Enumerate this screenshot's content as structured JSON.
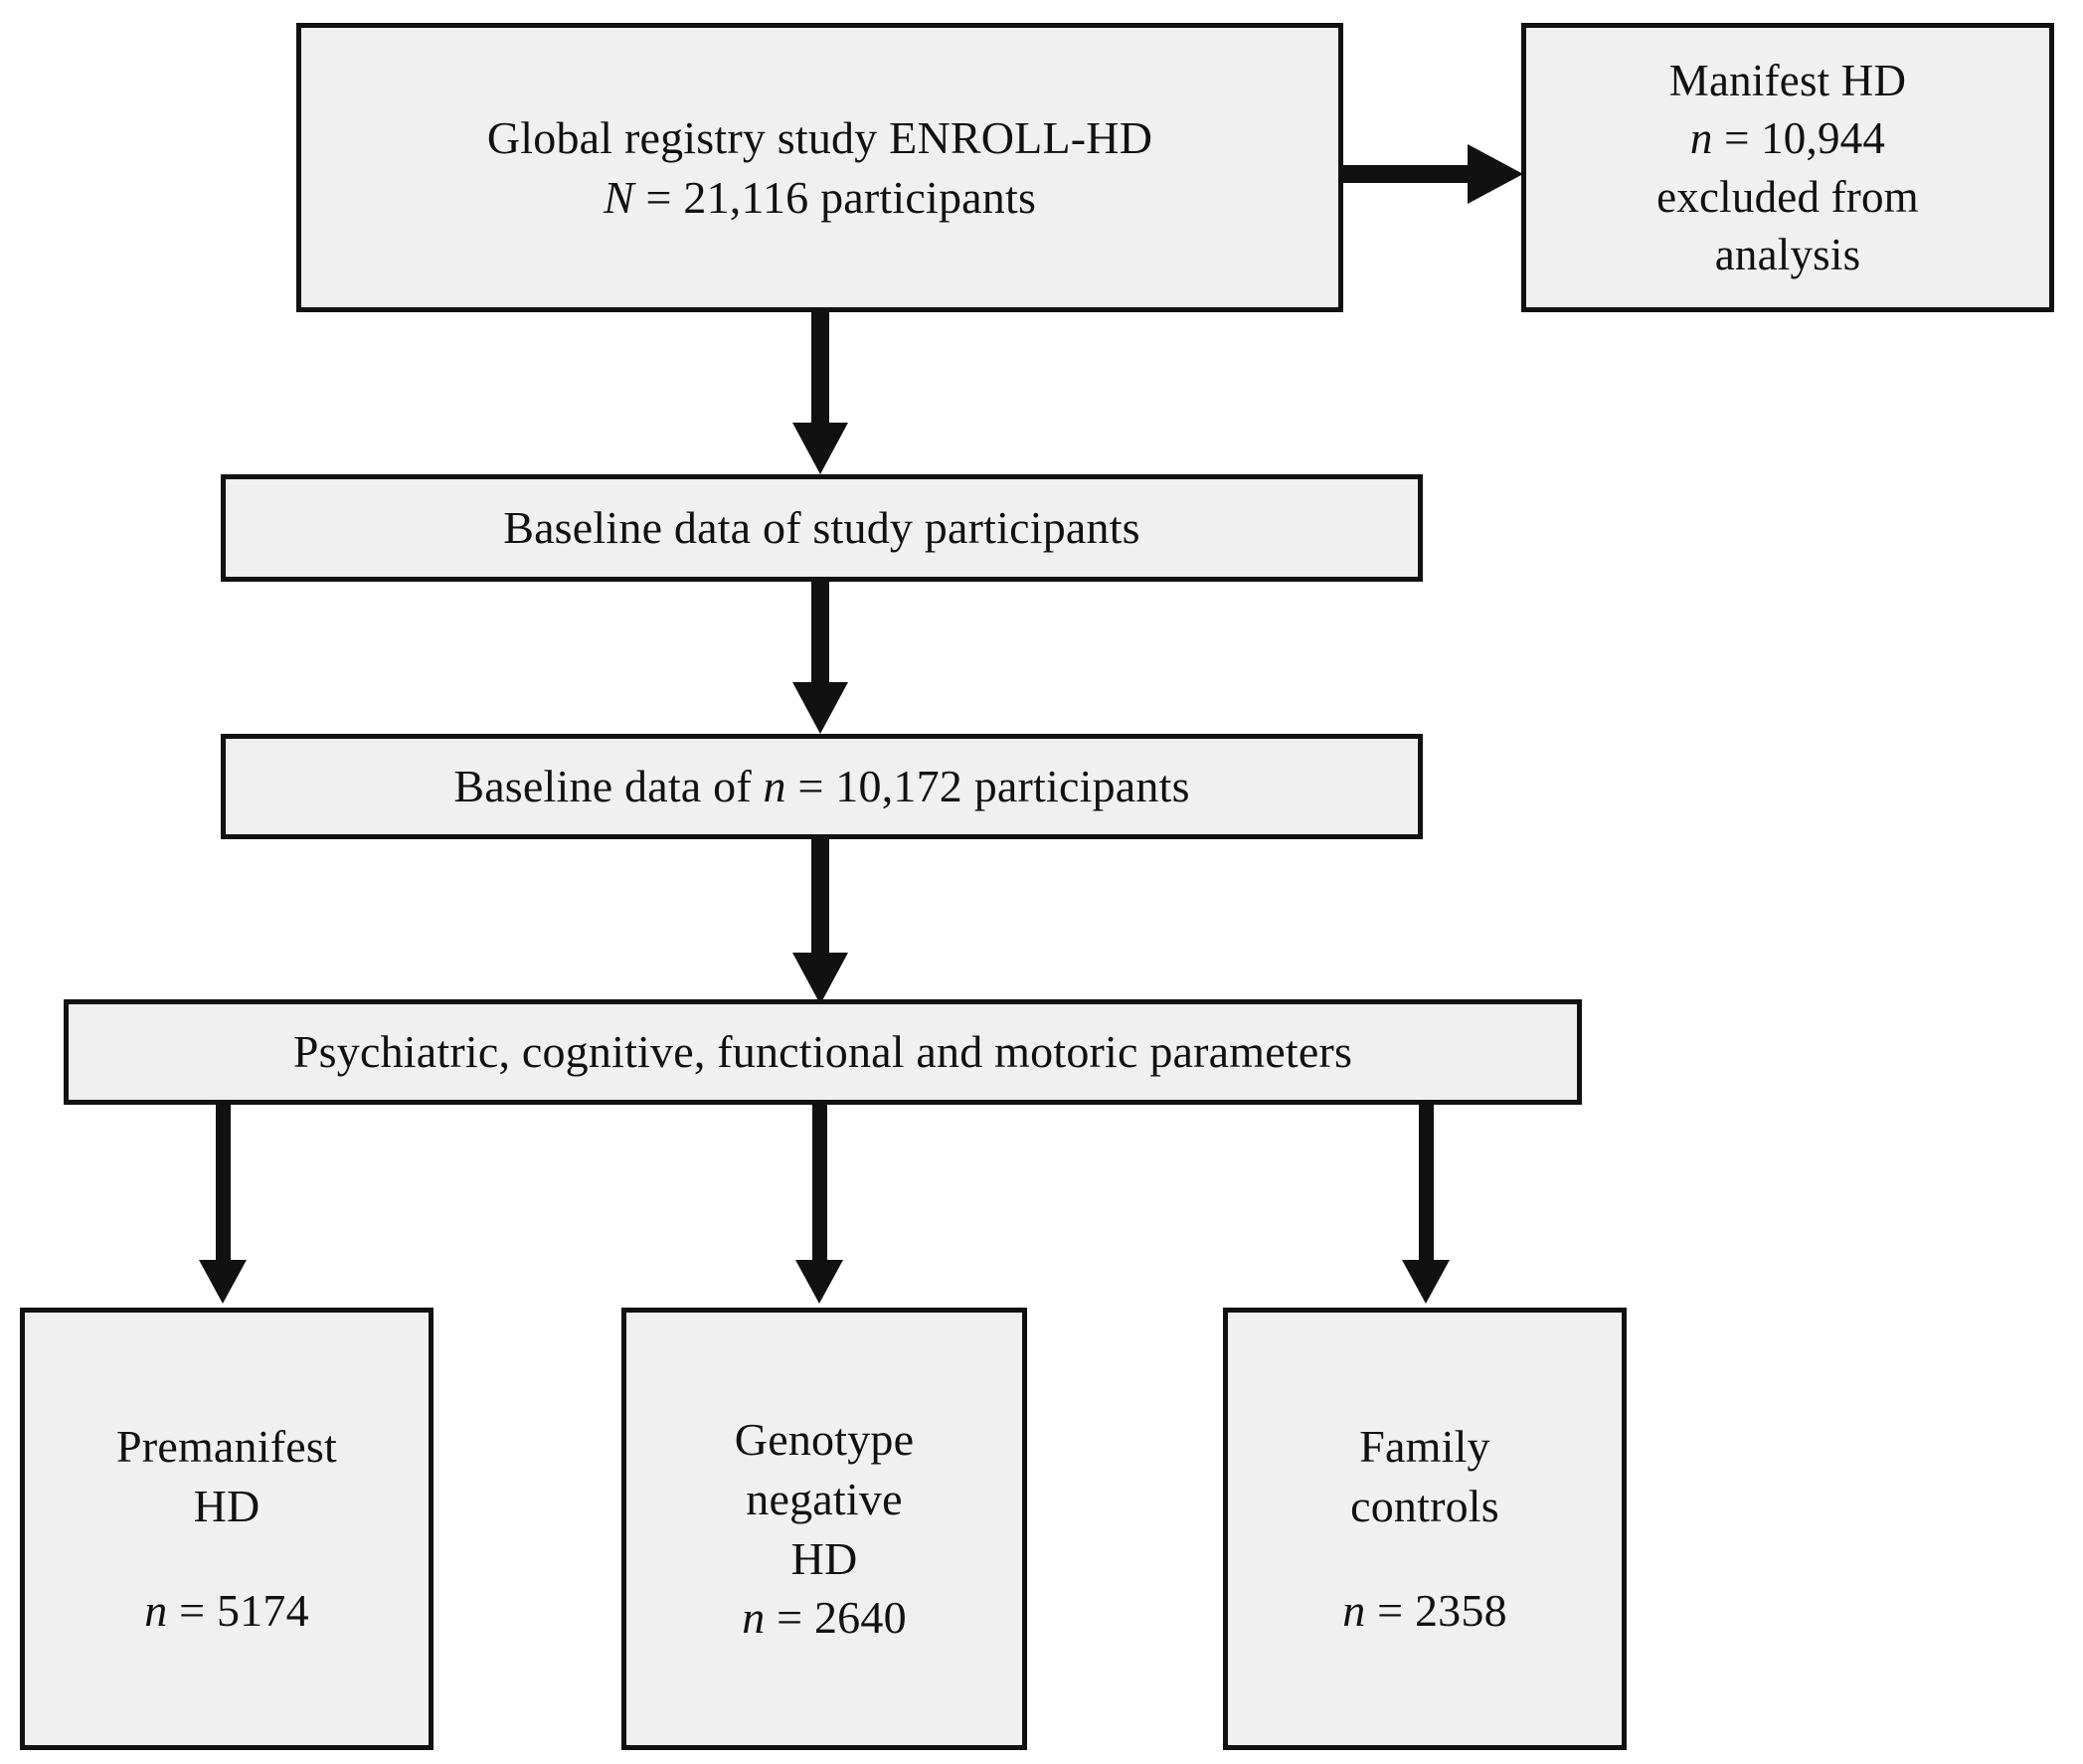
{
  "diagram": {
    "type": "flowchart",
    "title": "ENROLL-HD participant selection flow",
    "colors": {
      "node_fill": "#f0f0f0",
      "node_border": "#111111",
      "connector": "#111111",
      "background": "#ffffff",
      "text": "#111111"
    },
    "nodes": {
      "root": {
        "id": "global-registry-study",
        "line1": "Global registry study ENROLL-HD",
        "line2_var": "N",
        "line2_rest": " = 21,116 participants",
        "count_label": "N",
        "count_value": "21,116"
      },
      "excluded": {
        "id": "manifest-hd-excluded",
        "line1": "Manifest HD",
        "line2_var": "n",
        "line2_rest": " = 10,944",
        "line3": "excluded from",
        "line4": "analysis",
        "count_label": "n",
        "count_value": "10,944"
      },
      "baseline_all": {
        "id": "baseline-data-study-participants",
        "line1": "Baseline data of study participants"
      },
      "baseline_subset": {
        "id": "baseline-data-subset",
        "prefix": "Baseline data of ",
        "var": "n",
        "suffix": " = 10,172 participants",
        "count_label": "n",
        "count_value": "10,172"
      },
      "parameters": {
        "id": "parameters",
        "line1": "Psychiatric, cognitive, functional and motoric parameters"
      },
      "premanifest": {
        "id": "premanifest-hd",
        "line1": "Premanifest",
        "line2": "HD",
        "count_var": "n",
        "count_rest": " = 5174",
        "count_label": "n",
        "count_value": "5174"
      },
      "genotype_negative": {
        "id": "genotype-negative-hd",
        "line1": "Genotype",
        "line2": "negative",
        "line3": "HD",
        "count_var": "n",
        "count_rest": " = 2640",
        "count_label": "n",
        "count_value": "2640"
      },
      "family_controls": {
        "id": "family-controls",
        "line1": "Family",
        "line2": "controls",
        "count_var": "n",
        "count_rest": " = 2358",
        "count_label": "n",
        "count_value": "2358"
      }
    },
    "edges": [
      {
        "from": "root",
        "to": "excluded",
        "direction": "right",
        "arrowhead": true
      },
      {
        "from": "root",
        "to": "baseline_all",
        "direction": "down",
        "arrowhead": true
      },
      {
        "from": "baseline_all",
        "to": "baseline_subset",
        "direction": "down",
        "arrowhead": true
      },
      {
        "from": "baseline_subset",
        "to": "parameters",
        "direction": "down",
        "arrowhead": true
      },
      {
        "from": "parameters",
        "to": "premanifest",
        "direction": "down",
        "arrowhead": true
      },
      {
        "from": "parameters",
        "to": "genotype_negative",
        "direction": "down",
        "arrowhead": true
      },
      {
        "from": "parameters",
        "to": "family_controls",
        "direction": "down",
        "arrowhead": true
      }
    ]
  }
}
